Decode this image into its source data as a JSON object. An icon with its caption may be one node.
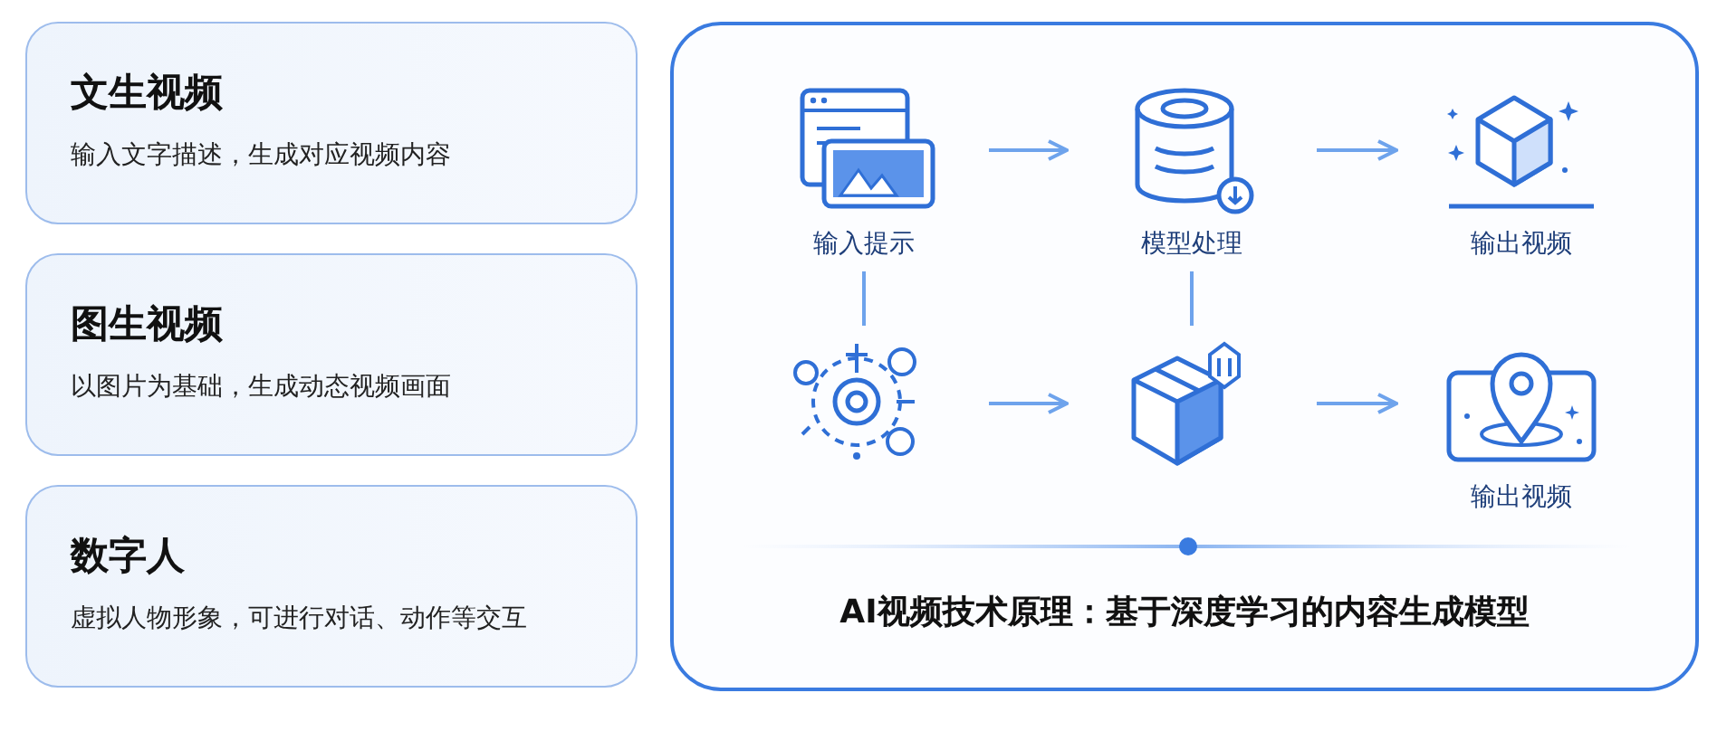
{
  "diagram": {
    "nodes": [
      {
        "text": [
          "文生视频",
          "输入文字描述，生成对应视频内容"
        ]
      },
      {
        "text": [
          "图生视频",
          "以图片为基础，生成动态视频画面"
        ]
      },
      {
        "text": [
          "数字人",
          "虚拟人物形象，可进行对话、动作等交互"
        ]
      },
      {
        "text": [
          "AI视频技术原理：基于深度学习的内容生成模型"
        ]
      },
      {
        "text": [],
        "shape": "picture",
        "in": 3,
        "beside": [
          "输入提示"
        ]
      },
      {
        "text": [],
        "shape": "picture",
        "in": 3,
        "beside": [
          "模型处理"
        ]
      },
      {
        "text": [],
        "shape": "picture",
        "in": 3,
        "beside": [
          "输出视频"
        ]
      },
      {
        "text": [],
        "shape": "picture",
        "in": 3
      },
      {
        "text": [],
        "shape": "picture",
        "in": 3
      },
      {
        "text": [],
        "shape": "picture",
        "in": 3,
        "beside": [
          "输出视频"
        ]
      }
    ],
    "edges": [
      {
        "from": 4,
        "to": 5,
        "arrow": "to"
      },
      {
        "from": 5,
        "to": 6,
        "arrow": "to"
      },
      {
        "from": 7,
        "to": 8,
        "arrow": "to"
      },
      {
        "from": 8,
        "to": 9,
        "arrow": "to"
      },
      {
        "from": 4,
        "to": 7,
        "arrow": "none"
      },
      {
        "from": 5,
        "to": 8,
        "arrow": "none"
      }
    ]
  }
}
